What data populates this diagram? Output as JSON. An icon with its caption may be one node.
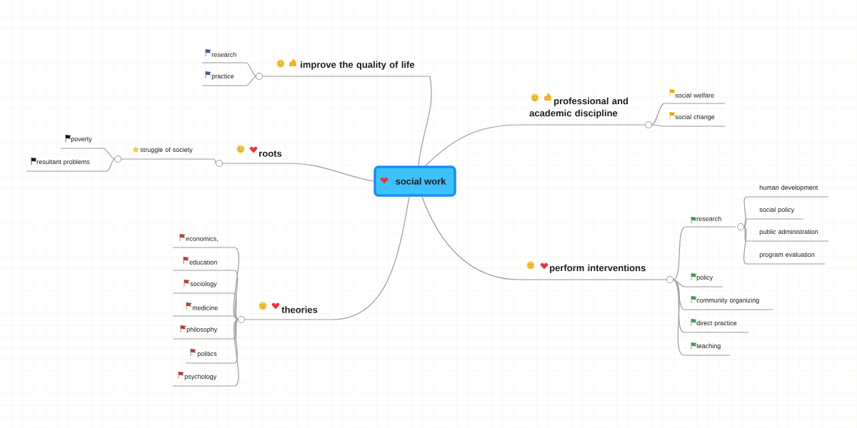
{
  "diagram": {
    "nodes": [
      {
        "text": [
          "social work"
        ]
      },
      {
        "text": [
          "improve the quality of life"
        ]
      },
      {
        "text": [
          "research"
        ]
      },
      {
        "text": [
          "practice"
        ]
      },
      {
        "text": [
          "professional and academic discipline"
        ]
      },
      {
        "text": [
          "social welfare"
        ]
      },
      {
        "text": [
          "social change"
        ]
      },
      {
        "text": [
          "roots"
        ]
      },
      {
        "text": [
          "struggle of society"
        ]
      },
      {
        "text": [
          "poverty"
        ]
      },
      {
        "text": [
          "resultant problems"
        ]
      },
      {
        "text": [
          "perform interventions"
        ]
      },
      {
        "text": [
          "research"
        ]
      },
      {
        "text": [
          "human development"
        ]
      },
      {
        "text": [
          "social policy"
        ]
      },
      {
        "text": [
          "public administration"
        ]
      },
      {
        "text": [
          "program evaluation"
        ]
      },
      {
        "text": [
          "policy"
        ]
      },
      {
        "text": [
          "community organizing"
        ]
      },
      {
        "text": [
          "direct practice"
        ]
      },
      {
        "text": [
          "teaching"
        ]
      },
      {
        "text": [
          "theories"
        ]
      },
      {
        "text": [
          "economics,"
        ]
      },
      {
        "text": [
          "education"
        ]
      },
      {
        "text": [
          "sociology"
        ]
      },
      {
        "text": [
          "medicine"
        ]
      },
      {
        "text": [
          "philosophy"
        ]
      },
      {
        "text": [
          "politics"
        ]
      },
      {
        "text": [
          "psychology"
        ]
      }
    ],
    "edges": [
      {
        "from": 0,
        "to": 1,
        "arrow": "none"
      },
      {
        "from": 1,
        "to": 2,
        "arrow": "none"
      },
      {
        "from": 1,
        "to": 3,
        "arrow": "none"
      },
      {
        "from": 0,
        "to": 4,
        "arrow": "none"
      },
      {
        "from": 4,
        "to": 5,
        "arrow": "none"
      },
      {
        "from": 4,
        "to": 6,
        "arrow": "none"
      },
      {
        "from": 0,
        "to": 7,
        "arrow": "none"
      },
      {
        "from": 7,
        "to": 8,
        "arrow": "none"
      },
      {
        "from": 8,
        "to": 9,
        "arrow": "none"
      },
      {
        "from": 8,
        "to": 10,
        "arrow": "none"
      },
      {
        "from": 0,
        "to": 11,
        "arrow": "none"
      },
      {
        "from": 11,
        "to": 12,
        "arrow": "none"
      },
      {
        "from": 12,
        "to": 13,
        "arrow": "none"
      },
      {
        "from": 12,
        "to": 14,
        "arrow": "none"
      },
      {
        "from": 12,
        "to": 15,
        "arrow": "none"
      },
      {
        "from": 12,
        "to": 16,
        "arrow": "none"
      },
      {
        "from": 11,
        "to": 17,
        "arrow": "none"
      },
      {
        "from": 11,
        "to": 18,
        "arrow": "none"
      },
      {
        "from": 11,
        "to": 19,
        "arrow": "none"
      },
      {
        "from": 11,
        "to": 20,
        "arrow": "none"
      },
      {
        "from": 0,
        "to": 21,
        "arrow": "none"
      },
      {
        "from": 21,
        "to": 22,
        "arrow": "none"
      },
      {
        "from": 21,
        "to": 23,
        "arrow": "none"
      },
      {
        "from": 21,
        "to": 24,
        "arrow": "none"
      },
      {
        "from": 21,
        "to": 25,
        "arrow": "none"
      },
      {
        "from": 21,
        "to": 26,
        "arrow": "none"
      },
      {
        "from": 21,
        "to": 27,
        "arrow": "none"
      },
      {
        "from": 21,
        "to": 28,
        "arrow": "none"
      }
    ]
  }
}
